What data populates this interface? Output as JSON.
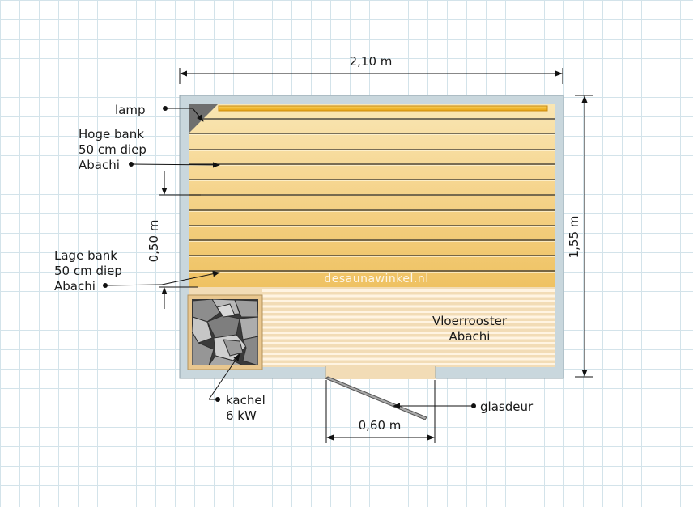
{
  "dimensions": {
    "width": "2,10 m",
    "height": "1,55 m",
    "bench_depth": "0,50 m",
    "door_width": "0,60 m"
  },
  "labels": {
    "lamp": "lamp",
    "high_bench": [
      "Hoge bank",
      "50 cm diep",
      "Abachi"
    ],
    "low_bench": [
      "Lage bank",
      "50 cm diep",
      "Abachi"
    ],
    "floor": [
      "Vloerrooster",
      "Abachi"
    ],
    "heater": [
      "kachel",
      "6 kW"
    ],
    "door": "glasdeur"
  },
  "watermark": "desaunawinkel.nl",
  "colors": {
    "grid": "#d3e3ea",
    "wall": "#c9d7dd",
    "wall_stroke": "#8fa2aa",
    "bench_light": "#f7dfa5",
    "bench_dark": "#efc262",
    "floor": "#f3ddb8",
    "lamp": "#f2b21c"
  }
}
